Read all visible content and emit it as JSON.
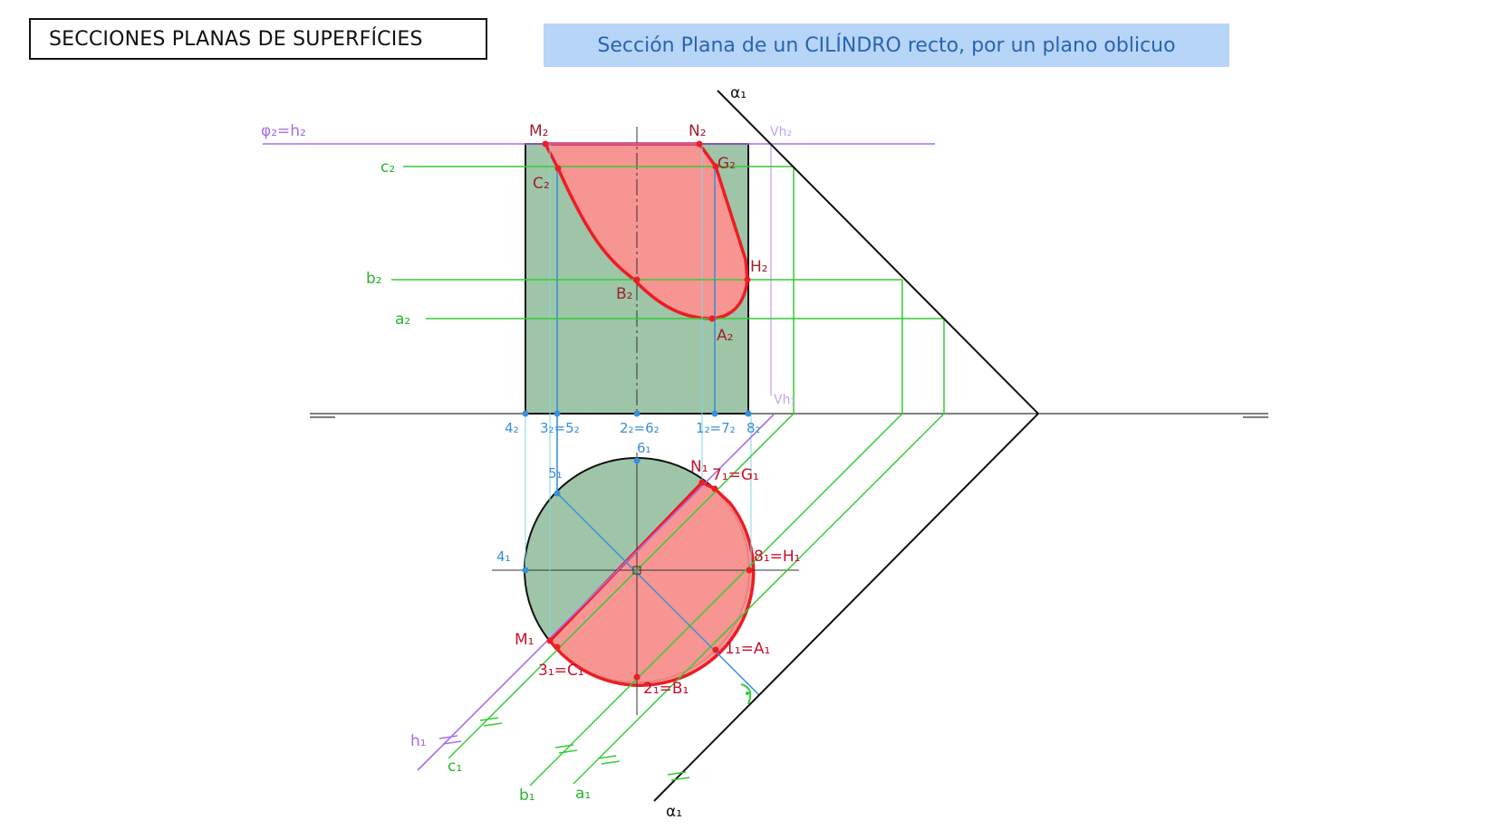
{
  "header": {
    "title": "SECCIONES PLANAS DE SUPERFÍCIES",
    "subtitle": "Sección Plana de un CILÍNDRO recto, por un plano oblicuo"
  },
  "labels": {
    "alpha1_top": "α₁",
    "alpha1_bottom": "α₁",
    "phi2_h2": "φ₂=h₂",
    "vh2": "Vh₂",
    "vh1": "Vh₁",
    "c2": "c₂",
    "b2": "b₂",
    "a2": "a₂",
    "M2": "M₂",
    "N2": "N₂",
    "G2": "G₂",
    "C2": "C₂",
    "H2": "H₂",
    "B2": "B₂",
    "A2": "A₂",
    "p4_2": "4₂",
    "p3_2": "3₂=5₂",
    "p2_2": "2₂=6₂",
    "p1_2": "1₂=7₂",
    "p8_2": "8₂",
    "p6_1": "6₁",
    "p5_1": "5₁",
    "p4_1": "4₁",
    "N1": "N₁",
    "p7_1": "7₁=G₁",
    "p8_1": "8₁=H₁",
    "M1": "M₁",
    "p1_1": "1₁=A₁",
    "p3_1": "3₁=C₁",
    "p2_1": "2₁=B₁",
    "h1": "h₁",
    "c1": "c₁",
    "b1": "b₁",
    "a1": "a₁"
  },
  "colors": {
    "section_fill": "#ff8f8f",
    "section_stroke": "#ee1c24",
    "cylinder_fill": "#5e9e6e",
    "green_lines": "#33cc33",
    "purple_lines": "#a86ee8",
    "blue_lines": "#3a8fd8",
    "cyan_lines": "#7fd8e6",
    "title_box_bg": "#b7d5f7",
    "subtitle_text": "#2a63b3"
  }
}
